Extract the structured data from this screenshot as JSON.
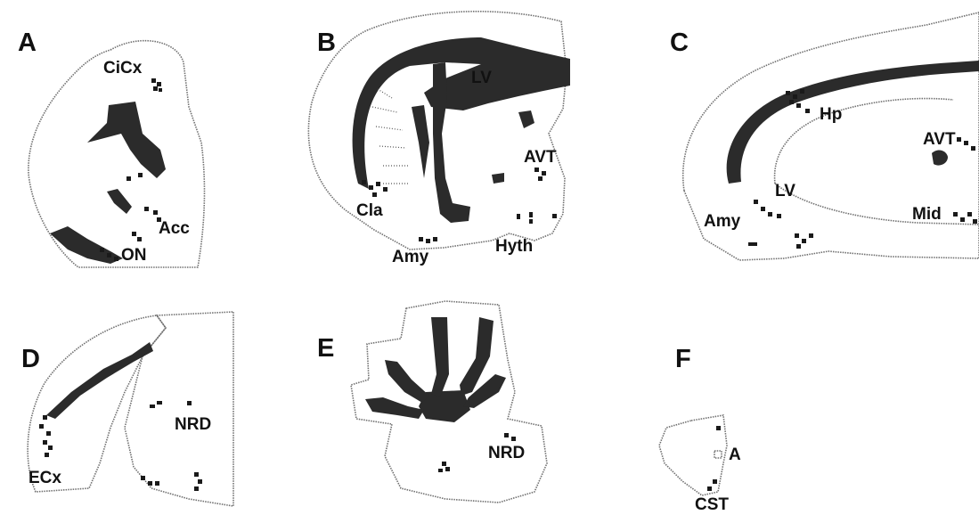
{
  "panels": [
    {
      "letter": "A",
      "regions": [
        "CiCx",
        "Acc",
        "ON"
      ]
    },
    {
      "letter": "B",
      "regions": [
        "LV",
        "AVT",
        "Cla",
        "Amy",
        "Hyth"
      ]
    },
    {
      "letter": "C",
      "regions": [
        "Hp",
        "AVT",
        "LV",
        "Amy",
        "Mid"
      ]
    },
    {
      "letter": "D",
      "regions": [
        "NRD",
        "ECx"
      ]
    },
    {
      "letter": "E",
      "regions": [
        "NRD"
      ]
    },
    {
      "letter": "F",
      "regions": [
        "A",
        "CST"
      ]
    }
  ],
  "colors": {
    "outline": "#6f6f6f",
    "tract": "#2b2b2b",
    "marker": "#1a1a1a",
    "background": "#ffffff"
  }
}
